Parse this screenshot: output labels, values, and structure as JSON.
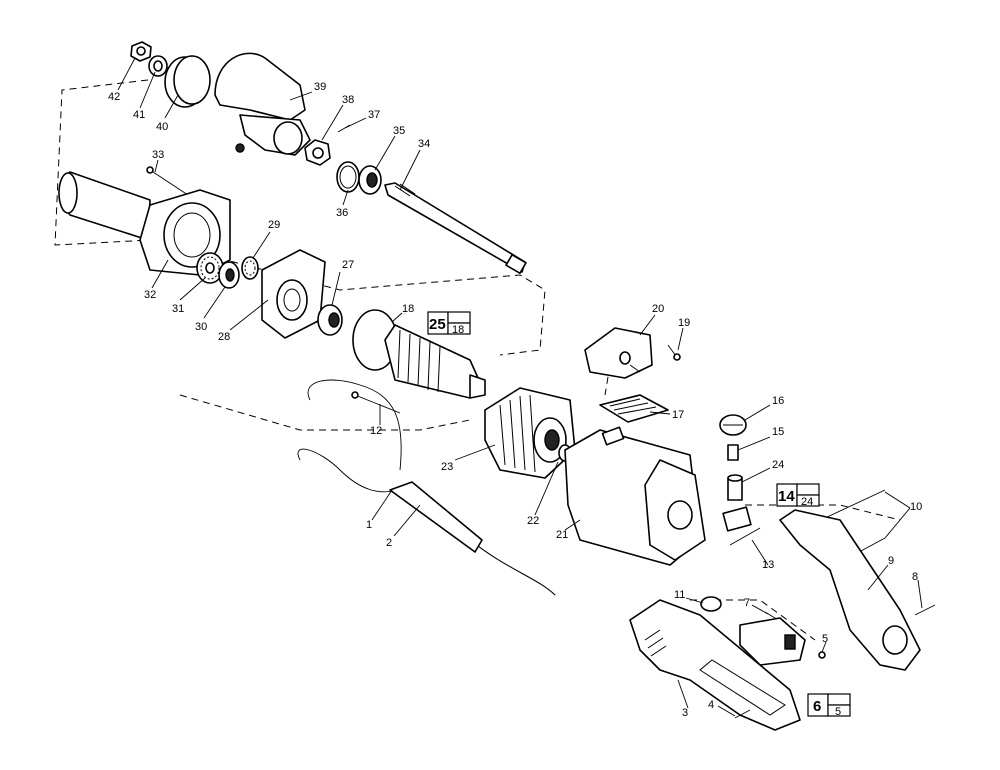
{
  "part_labels": [
    "1",
    "2",
    "3",
    "4",
    "5",
    "6",
    "7",
    "8",
    "9",
    "10",
    "11",
    "12",
    "13",
    "14",
    "15",
    "16",
    "17",
    "18",
    "19",
    "20",
    "21",
    "22",
    "23",
    "24",
    "27",
    "28",
    "29",
    "30",
    "31",
    "32",
    "33",
    "34",
    "35",
    "36",
    "37",
    "38",
    "39",
    "40",
    "41",
    "42"
  ],
  "kit_boxes": [
    {
      "main": "25",
      "sub": "18"
    },
    {
      "main": "14",
      "sub": "24"
    },
    {
      "main": "6",
      "sub": "5"
    }
  ]
}
